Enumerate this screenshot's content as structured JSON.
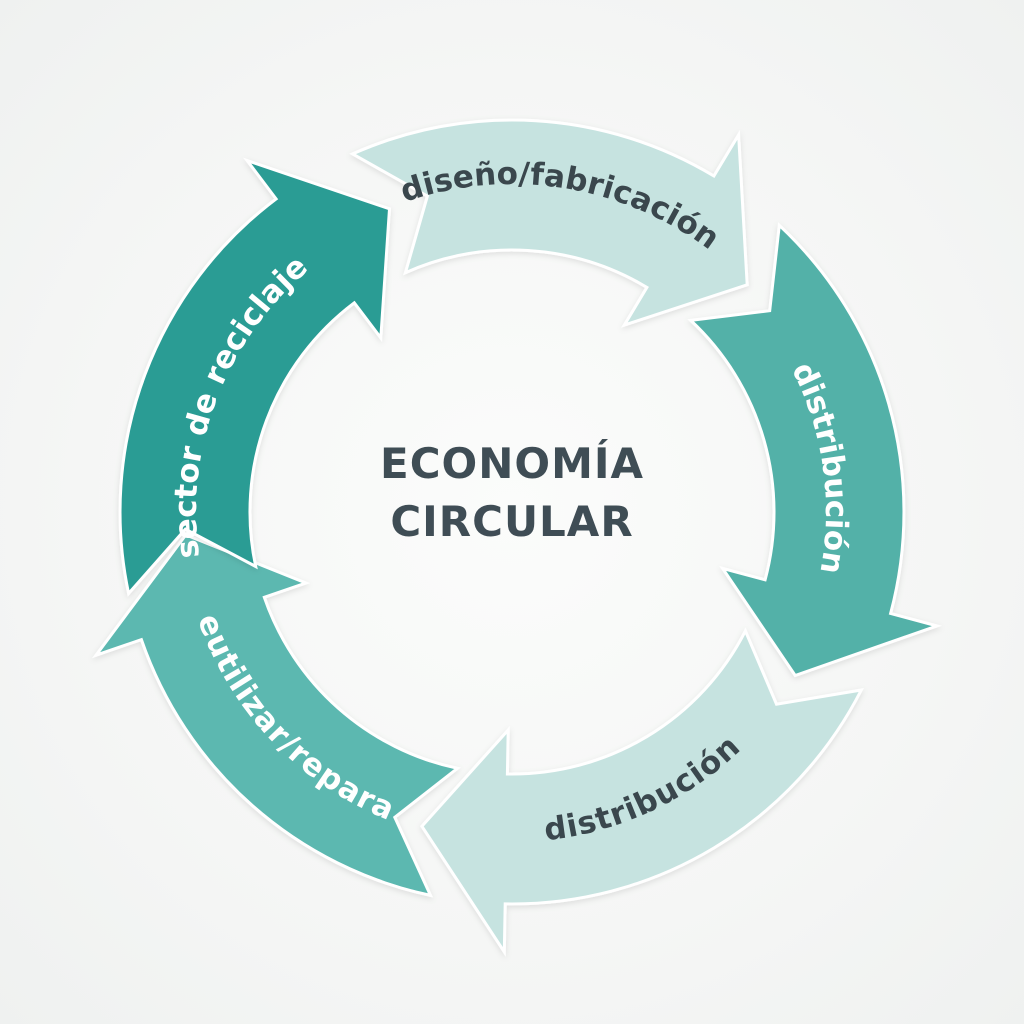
{
  "title_line1": "ECONOMÍA",
  "title_line2": "CIRCULAR",
  "stages": [
    {
      "id": "diseno",
      "label": "diseño/fabricación",
      "color": "#c6e3e0",
      "text_color": "#3a474d"
    },
    {
      "id": "distribucion-1",
      "label": "distribución",
      "color": "#52b1a8",
      "text_color": "#ffffff"
    },
    {
      "id": "distribucion-2",
      "label": "distribución",
      "color": "#c6e3e0",
      "text_color": "#3a474d"
    },
    {
      "id": "reutilizar",
      "label": "reutilizar/reparar",
      "color": "#5bb8b0",
      "text_color": "#ffffff"
    },
    {
      "id": "reciclaje",
      "label": "sector de reciclaje",
      "color": "#2b9c94",
      "text_color": "#ffffff"
    }
  ],
  "colors": {
    "title": "#3f4d55",
    "background": "#f6f7f6"
  }
}
